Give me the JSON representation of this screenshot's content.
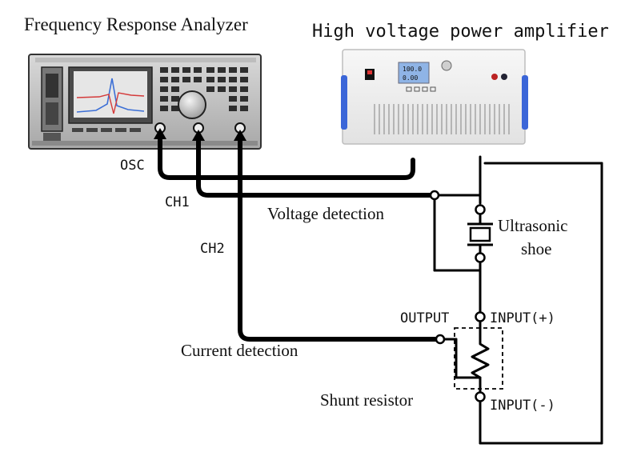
{
  "labels": {
    "fra_title": "Frequency Response Analyzer",
    "amp_title": "High voltage power amplifier",
    "osc": "OSC",
    "ch1": "CH1",
    "ch2": "CH2",
    "voltage_detection": "Voltage detection",
    "current_detection": "Current detection",
    "ultrasonic_line1": "Ultrasonic",
    "ultrasonic_line2": "shoe",
    "output": "OUTPUT",
    "input_plus": "INPUT(+)",
    "input_minus": "INPUT(-)",
    "shunt_resistor": "Shunt resistor"
  },
  "amplifier_display": {
    "line1": "100.0",
    "line2": "0.00"
  },
  "colors": {
    "line": "#000000",
    "screen_bg": "#e6e6e6",
    "trace_blue": "#3c6fd6",
    "trace_red": "#d43a3a",
    "handle_blue": "#3b66d8",
    "amp_lcd": "#8fb4e6",
    "knob_red": "#d0312d"
  },
  "icons": [
    "power-switch-icon",
    "rotary-knob-icon",
    "screen-icon"
  ]
}
